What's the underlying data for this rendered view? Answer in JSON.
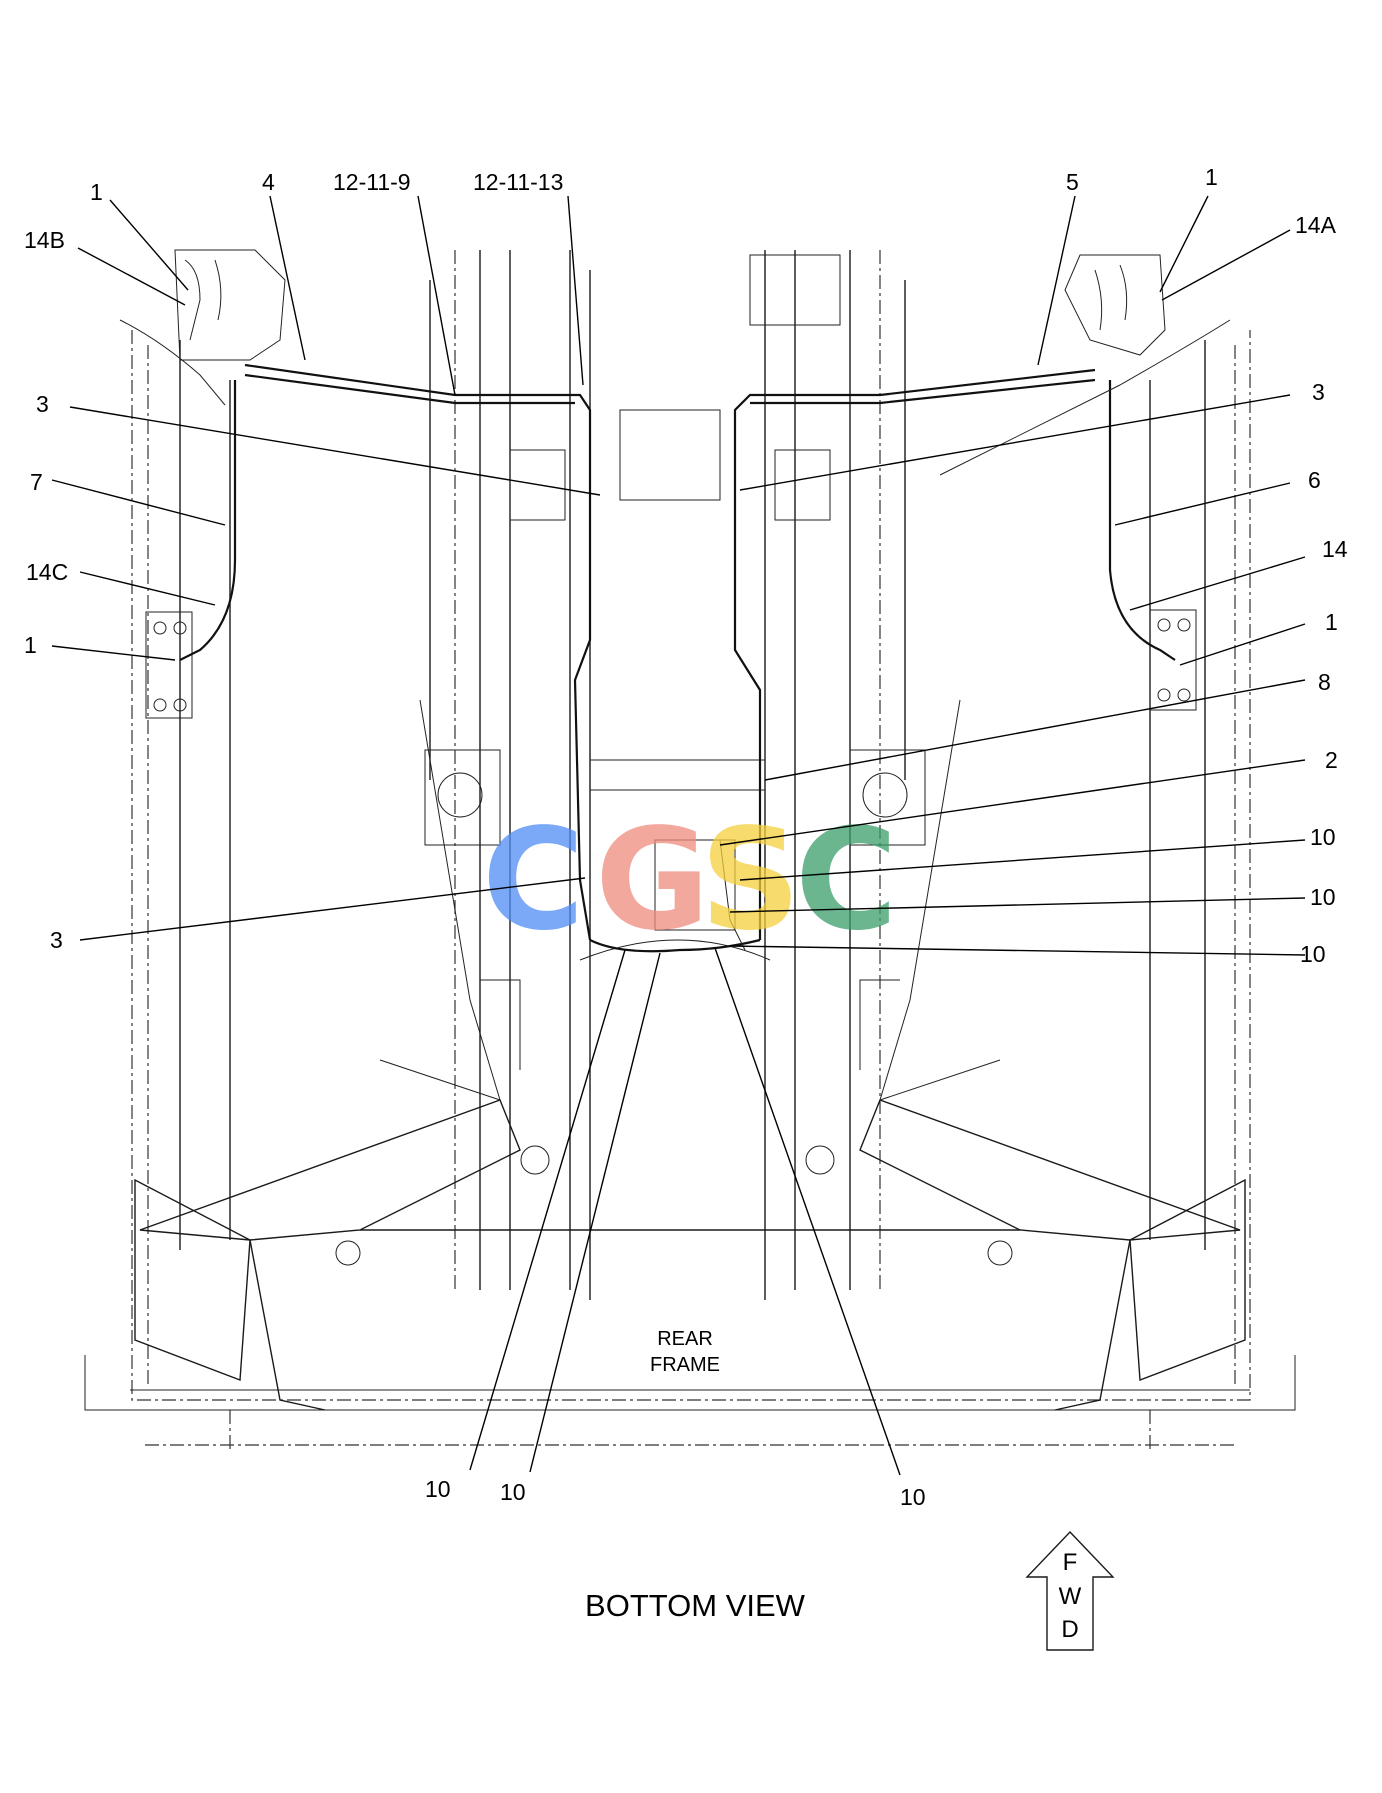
{
  "diagram": {
    "view_title": "BOTTOM VIEW",
    "frame_label": [
      "REAR",
      "FRAME"
    ],
    "direction_letters": [
      "F",
      "W",
      "D"
    ],
    "watermark": {
      "letters": [
        "C",
        "G",
        "S",
        "C"
      ],
      "colors": [
        "#4f8df5",
        "#f08b7e",
        "#f5cf3c",
        "#3a9d6a"
      ]
    },
    "callouts": [
      "1",
      "14B",
      "4",
      "12-11-9",
      "12-11-13",
      "5",
      "1",
      "14A",
      "3",
      "3",
      "7",
      "6",
      "14C",
      "14",
      "1",
      "1",
      "8",
      "2",
      "10",
      "3",
      "10",
      "10",
      "10",
      "10",
      "10"
    ]
  }
}
